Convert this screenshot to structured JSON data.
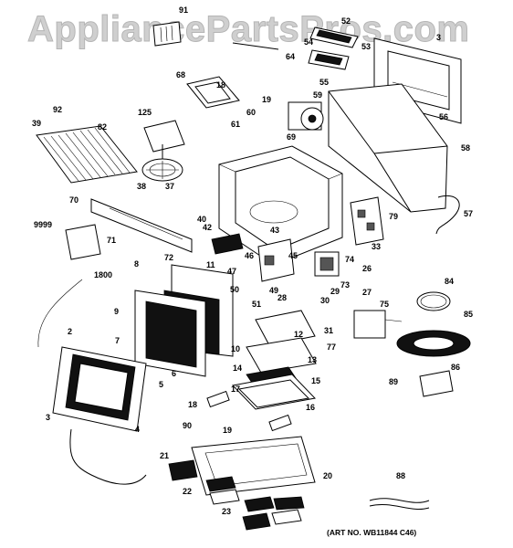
{
  "watermark": "AppliancePartsPros.com",
  "art_number": "(ART NO. WB11844 C46)",
  "callouts": [
    "91",
    "52",
    "53",
    "3",
    "64",
    "54",
    "68",
    "18",
    "19",
    "55",
    "59",
    "60",
    "56",
    "61",
    "92",
    "82",
    "125",
    "39",
    "69",
    "58",
    "37",
    "38",
    "70",
    "79",
    "40",
    "9999",
    "42",
    "43",
    "33",
    "71",
    "57",
    "72",
    "46",
    "45",
    "74",
    "8",
    "47",
    "11",
    "26",
    "1800",
    "73",
    "84",
    "49",
    "50",
    "9",
    "29",
    "27",
    "28",
    "30",
    "75",
    "51",
    "2",
    "12",
    "85",
    "31",
    "7",
    "10",
    "77",
    "13",
    "6",
    "5",
    "14",
    "86",
    "89",
    "15",
    "16",
    "17",
    "3",
    "4",
    "18",
    "90",
    "19",
    "21",
    "20",
    "22",
    "88",
    "23"
  ]
}
